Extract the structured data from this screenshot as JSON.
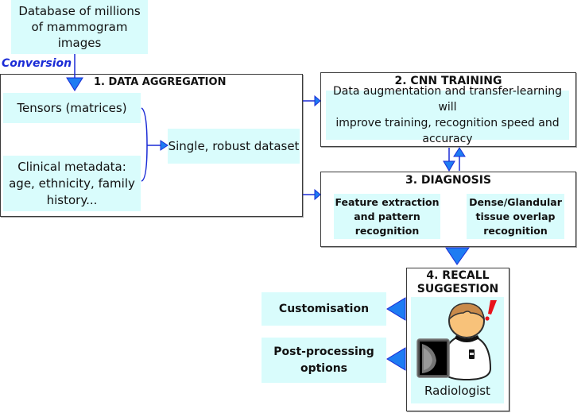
{
  "source": {
    "label": "Database of millions of mammogram images",
    "lines": [
      "Database of millions",
      "of mammogram",
      "images"
    ]
  },
  "conversion_label": "Conversion",
  "stage1": {
    "title": "1. DATA AGGREGATION",
    "tensors": "Tensors (matrices)",
    "clinical_lines": [
      "Clinical metadata:",
      "age, ethnicity, family",
      "history..."
    ],
    "dataset": "Single, robust dataset"
  },
  "stage2": {
    "title": "2. CNN TRAINING",
    "lines": [
      "Data augmentation and transfer-learning will",
      "improve training, recognition speed and",
      "accuracy"
    ]
  },
  "stage3": {
    "title": "3. DIAGNOSIS",
    "feature_lines": [
      "Feature extraction",
      "and pattern",
      "recognition"
    ],
    "dense_lines": [
      "Dense/Glandular",
      "tissue overlap",
      "recognition"
    ]
  },
  "stage4": {
    "title_lines": [
      "4. RECALL",
      "SUGGESTION"
    ],
    "person_label": "Radiologist",
    "person_icon": "radiologist-icon",
    "alert_icon": "exclamation-icon",
    "image_icon": "mammogram-icon"
  },
  "outputs": {
    "customisation": "Customisation",
    "postprocessing_lines": [
      "Post-processing",
      "options"
    ]
  },
  "colors": {
    "box_fill": "#d9fcfc",
    "arrow_line": "#1a2bd6",
    "arrow_head": "#1e7cf2",
    "alert": "#e8131b"
  }
}
